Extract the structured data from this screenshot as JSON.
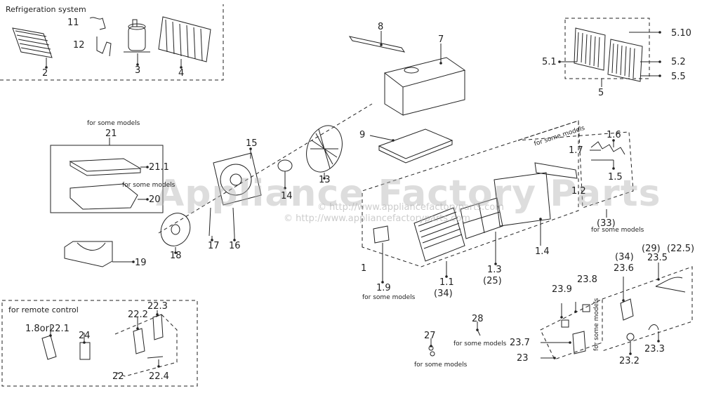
{
  "sections": {
    "refrigeration": "Refrigeration system",
    "remote": "for remote control"
  },
  "watermark": {
    "brand": "Appliance Factory Parts",
    "line1": "© http://www.appliancefactoryparts.com",
    "line2": "© http://www.appliancefactoryparts.com"
  },
  "notes": {
    "n21": "for some models",
    "n20": "for some models",
    "n12": "for some models",
    "n33": "for some models",
    "n19": "for some models",
    "n28": "for some models",
    "n27": "for some models",
    "n23": "for some models"
  },
  "labels": {
    "p2": "2",
    "p3": "3",
    "p4": "4",
    "p11": "11",
    "p12": "12",
    "p8": "8",
    "p7": "7",
    "p9": "9",
    "p5": "5",
    "p5_1": "5.1",
    "p5_2": "5.2",
    "p5_5": "5.5",
    "p5_10": "5.10",
    "p21": "21",
    "p21_1": "21.1",
    "p20": "20",
    "p19": "19",
    "p15": "15",
    "p13": "13",
    "p14": "14",
    "p16": "16",
    "p17": "17",
    "p18": "18",
    "p1_6": "1.6",
    "p1_7": "1.7",
    "p1_5": "1.5",
    "p1_2": "1.2",
    "p33": "(33)",
    "p1": "1",
    "p1_9": "1.9",
    "p1_1": "1.1",
    "p34a": "(34)",
    "p1_3": "1.3",
    "p25": "(25)",
    "p1_4": "1.4",
    "p1_8": "1.8or22.1",
    "p24": "24",
    "p22_2": "22.2",
    "p22_3": "22.3",
    "p22": "22",
    "p22_4": "22.4",
    "p27": "27",
    "p28": "28",
    "p34b": "(34)",
    "p23_6": "23.6",
    "p29": "(29)",
    "p22_5": "(22.5)",
    "p23_5": "23.5",
    "p23_9": "23.9",
    "p23_8": "23.8",
    "p23_7": "23.7",
    "p23": "23",
    "p23_2": "23.2",
    "p23_3": "23.3"
  },
  "colors": {
    "line": "#222222",
    "dash": "#444444",
    "watermark": "#b4b4b4"
  }
}
